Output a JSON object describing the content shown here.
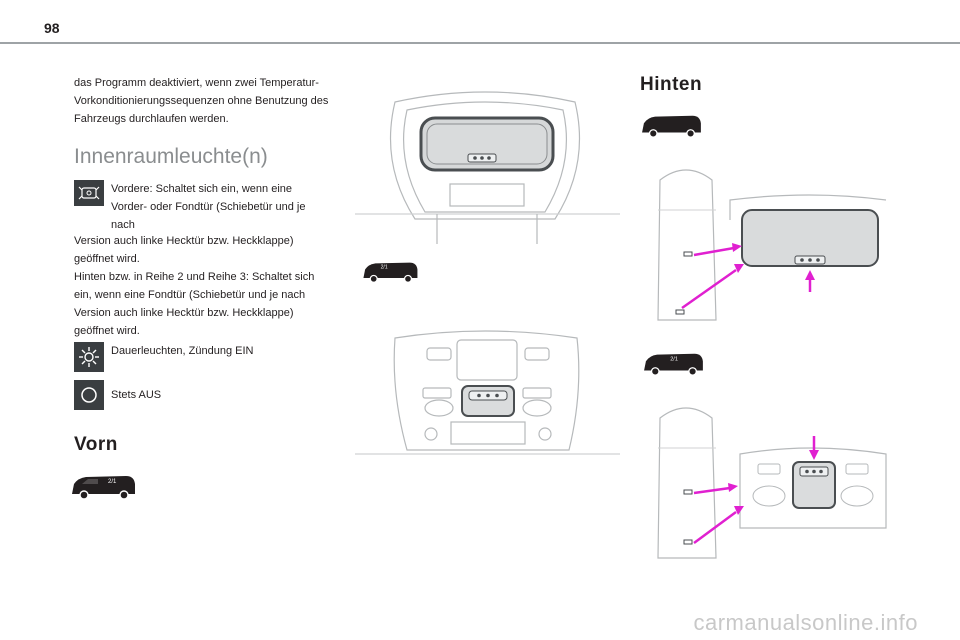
{
  "page": {
    "number": "98"
  },
  "left": {
    "intro": "das Programm deaktiviert, wenn zwei Temperatur-Vorkonditionierungssequenzen ohne Benutzung des Fahrzeugs durchlaufen werden.",
    "section_title": "Innenraumleuchte(n)",
    "door_text_line1": "Vordere: Schaltet sich ein, wenn eine",
    "door_text_line2": "Vorder- oder Fondtür (Schiebetür und je nach",
    "door_text_rest": "Version auch linke Hecktür bzw. Heckklappe) geöffnet wird.",
    "rear_text": "Hinten bzw. in Reihe 2 und Reihe 3: Schaltet sich ein, wenn eine Fondtür (Schiebetür und je nach Version auch linke Hecktür bzw. Heckklappe) geöffnet wird.",
    "on_text": "Dauerleuchten, Zündung EIN",
    "off_text": "Stets AUS",
    "vorn_title": "Vorn"
  },
  "right": {
    "hinten_title": "Hinten"
  },
  "van_labels": {
    "seat_row": "2/1",
    "seat_row2": "2/1",
    "seat_row3": "2/1"
  },
  "icons": [
    "door-open-icon",
    "sun-light-icon",
    "circle-off-icon",
    "van-icon",
    "roof-lamp-figure",
    "van-top-view-figure"
  ],
  "colors": {
    "accent": "#e020d0",
    "icon_bg": "#3a3e41",
    "rule": "#9ea3a6",
    "title_grey": "#8a8d8f"
  },
  "watermark": "carmanualsonline.info"
}
